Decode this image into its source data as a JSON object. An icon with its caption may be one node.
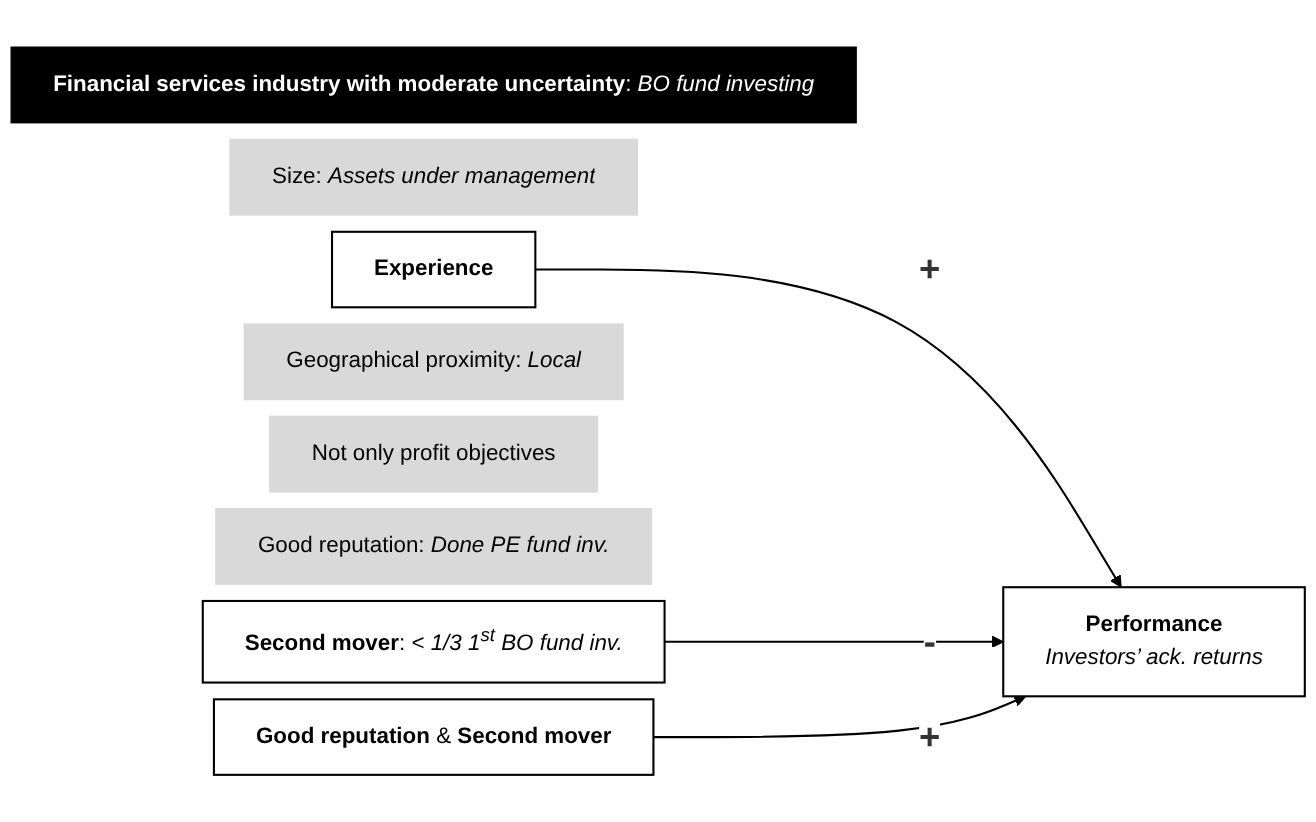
{
  "diagram": {
    "nodes": [
      {
        "text": [
          "**Financial services industry with moderate uncertainty**: *BO fund investing*"
        ]
      },
      {
        "text": [
          "Size: *Assets under management*"
        ]
      },
      {
        "text": [
          "Experience"
        ]
      },
      {
        "text": [
          "Geographical proximity: *Local*"
        ]
      },
      {
        "text": [
          "Not only profit objectives"
        ]
      },
      {
        "text": [
          "Good reputation: *Done PE fund inv.*"
        ]
      },
      {
        "text": [
          "**Second mover**: *< 1/3 1$^{st}$ BO fund inv.*"
        ]
      },
      {
        "text": [
          "**Good reputation** & **Second mover**"
        ]
      },
      {
        "text": [
          "Performance",
          "Investors’ ack. returns"
        ]
      }
    ],
    "edges": [
      {
        "from": 2,
        "to": 8,
        "arrow": "to",
        "label": "+"
      },
      {
        "from": 6,
        "to": 8,
        "arrow": "to",
        "label": "-"
      },
      {
        "from": 7,
        "to": 8,
        "arrow": "to",
        "label": "+"
      }
    ]
  }
}
